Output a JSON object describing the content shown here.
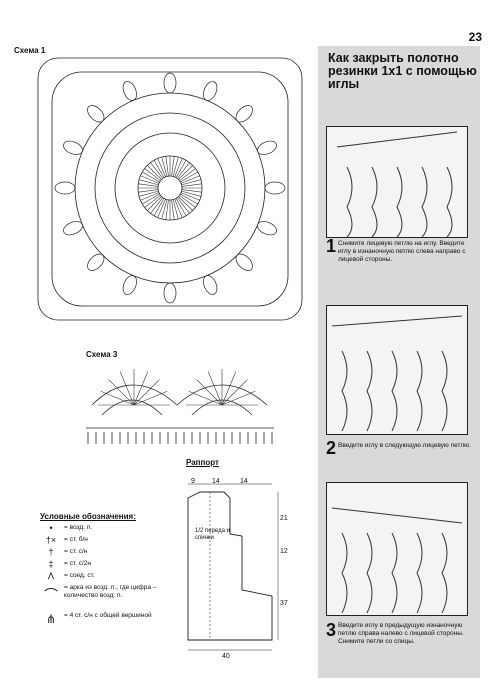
{
  "page_number": "23",
  "diagram1_label": "Схема 1",
  "diagram3_label": "Схема 3",
  "repeat_label": "Раппорт",
  "legend": {
    "title": "Условные обозначения:",
    "items": [
      {
        "symbol": "•",
        "text": "= возд. п."
      },
      {
        "symbol": "†×",
        "text": "= ст. б/н"
      },
      {
        "symbol": "†",
        "text": "= ст. с/н"
      },
      {
        "symbol": "‡",
        "text": "= ст. с/2н"
      },
      {
        "symbol": "ᐱ",
        "text": "= соед. ст."
      },
      {
        "symbol": "⌒",
        "text": "= арка из возд. п., где цифра – количество возд. п."
      },
      {
        "symbol": "⋔",
        "text": "= 4 ст. с/н с общей вершиной"
      }
    ]
  },
  "pattern": {
    "top_dims": [
      "9",
      "14",
      "14"
    ],
    "right_dims": [
      "21",
      "12",
      "37"
    ],
    "bottom_dim": "40",
    "inner_label": "1/2 переда и спинки"
  },
  "sidebar": {
    "title": "Как закрыть полотно резинки 1х1 с помощью иглы",
    "steps": [
      {
        "num": "1",
        "text": "Снимите лицевую петлю на иглу. Введите иглу в изнаночную петлю слева направо с лицевой стороны."
      },
      {
        "num": "2",
        "text": "Введите иглу в следующую лицевую петлю."
      },
      {
        "num": "3",
        "text": "Введите иглу в предыдущую изнаночную петлю справа налево с лицевой стороны. Снимите петли со спицы."
      }
    ]
  }
}
